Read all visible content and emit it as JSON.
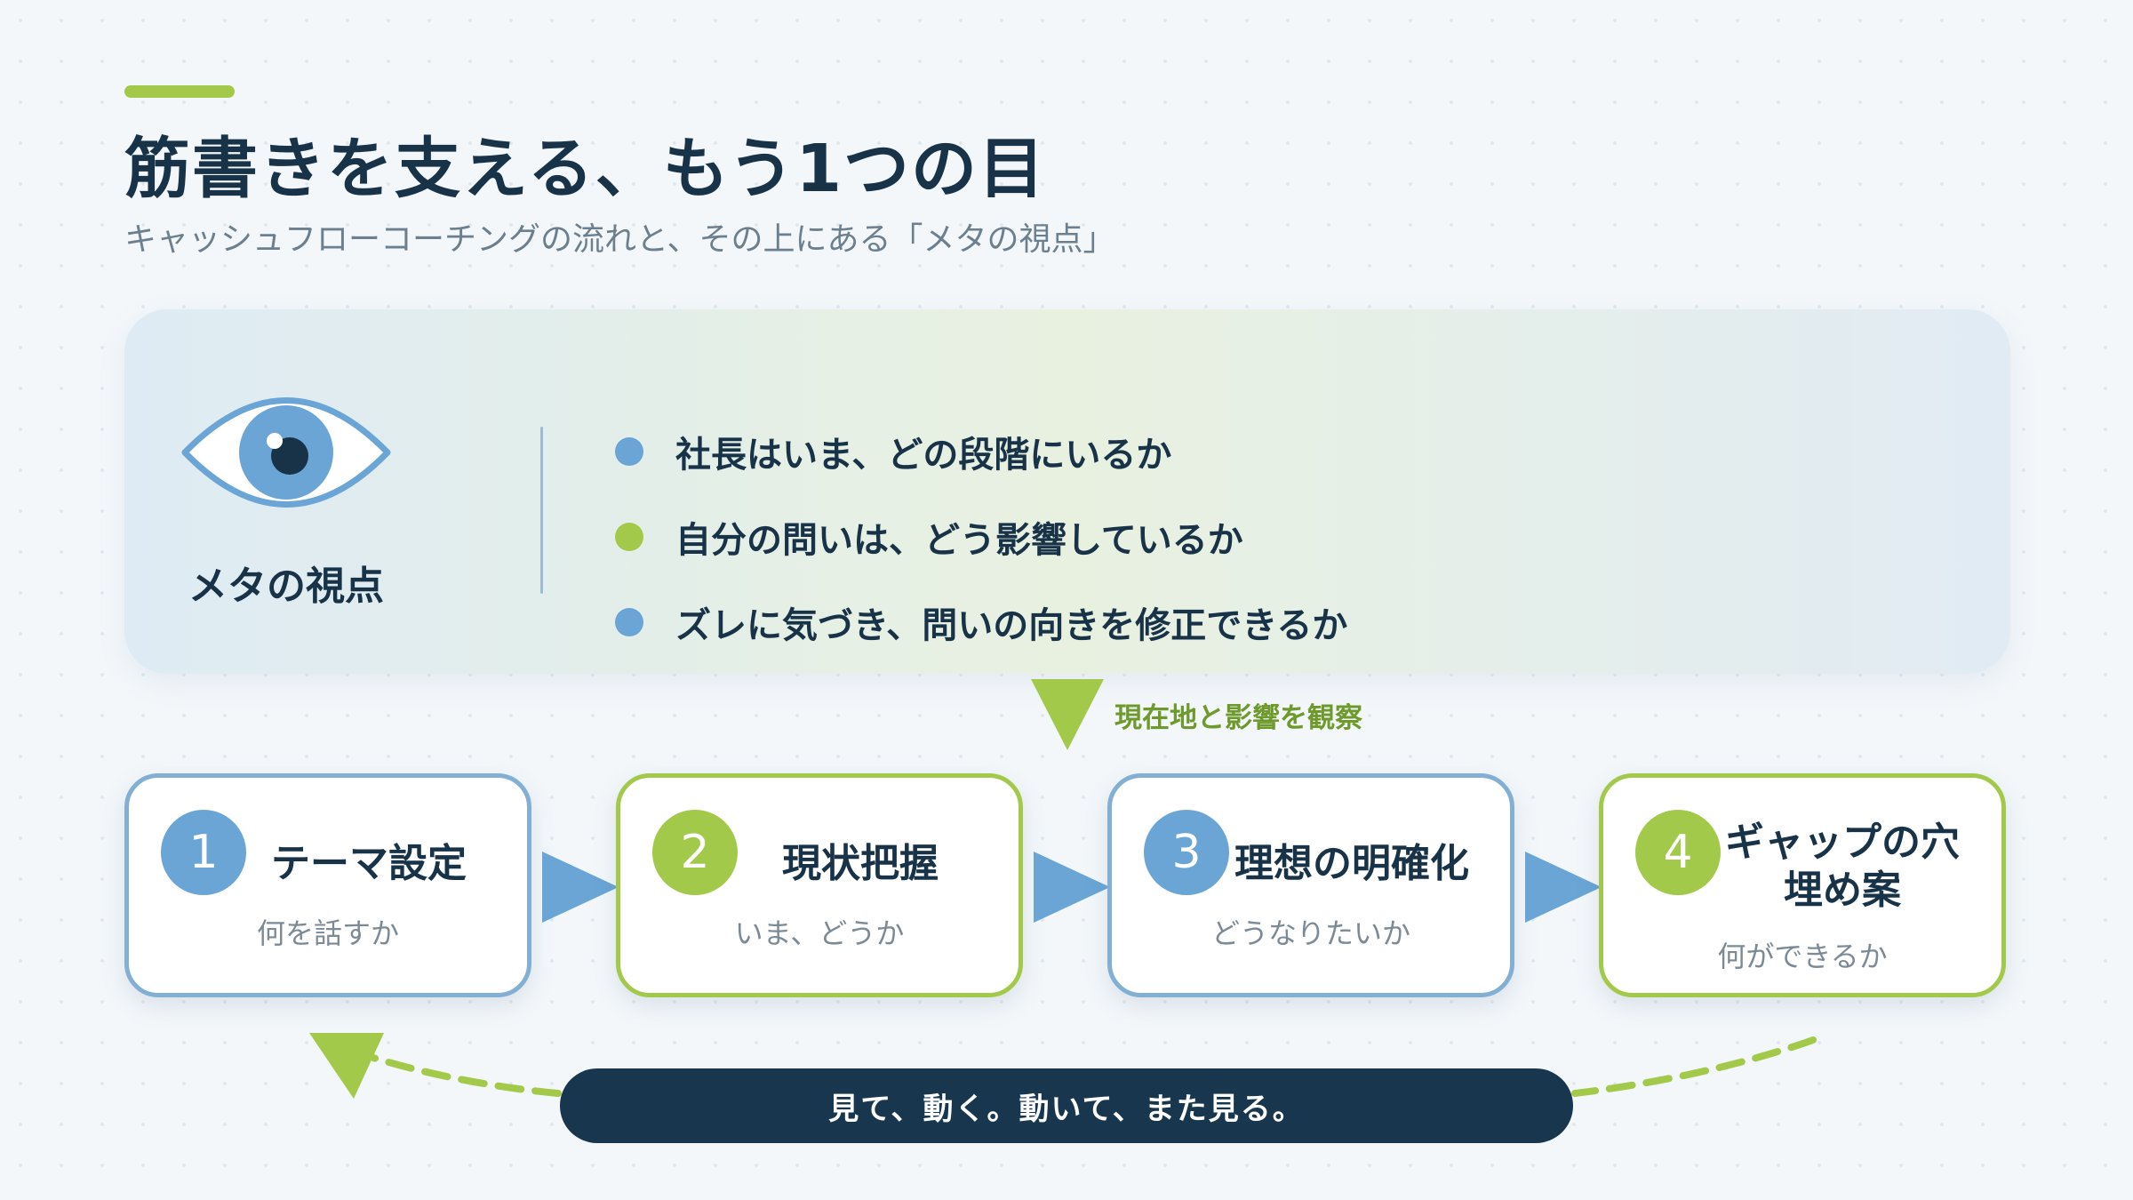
{
  "header": {
    "title": "筋書きを支える、もう1つの目",
    "subtitle": "キャッシュフローコーチングの流れと、その上にある「メタの視点」"
  },
  "meta_panel": {
    "label": "メタの視点",
    "points": [
      {
        "text": "社長はいま、どの段階にいるか",
        "color": "#6aa5d6"
      },
      {
        "text": "自分の問いは、どう影響しているか",
        "color": "#a3c94a"
      },
      {
        "text": "ズレに気づき、問いの向きを修正できるか",
        "color": "#6aa5d6"
      }
    ]
  },
  "observe_label": "現在地と影響を観察",
  "steps": [
    {
      "number": "1",
      "title": "テーマ設定",
      "subtitle": "何を話すか"
    },
    {
      "number": "2",
      "title": "現状把握",
      "subtitle": "いま、どうか"
    },
    {
      "number": "3",
      "title": "理想の明確化",
      "subtitle": "どうなりたいか"
    },
    {
      "number": "4",
      "title": "ギャップの穴埋め案",
      "subtitle": "何ができるか"
    }
  ],
  "motto": "見て、動く。動いて、また見る。",
  "colors": {
    "accent_green": "#a3c94a",
    "accent_blue": "#6aa5d6",
    "navy": "#18364d"
  },
  "icons": [
    "eye-icon",
    "arrow-down-icon",
    "arrow-right-icon",
    "arrow-loop-back-icon"
  ]
}
